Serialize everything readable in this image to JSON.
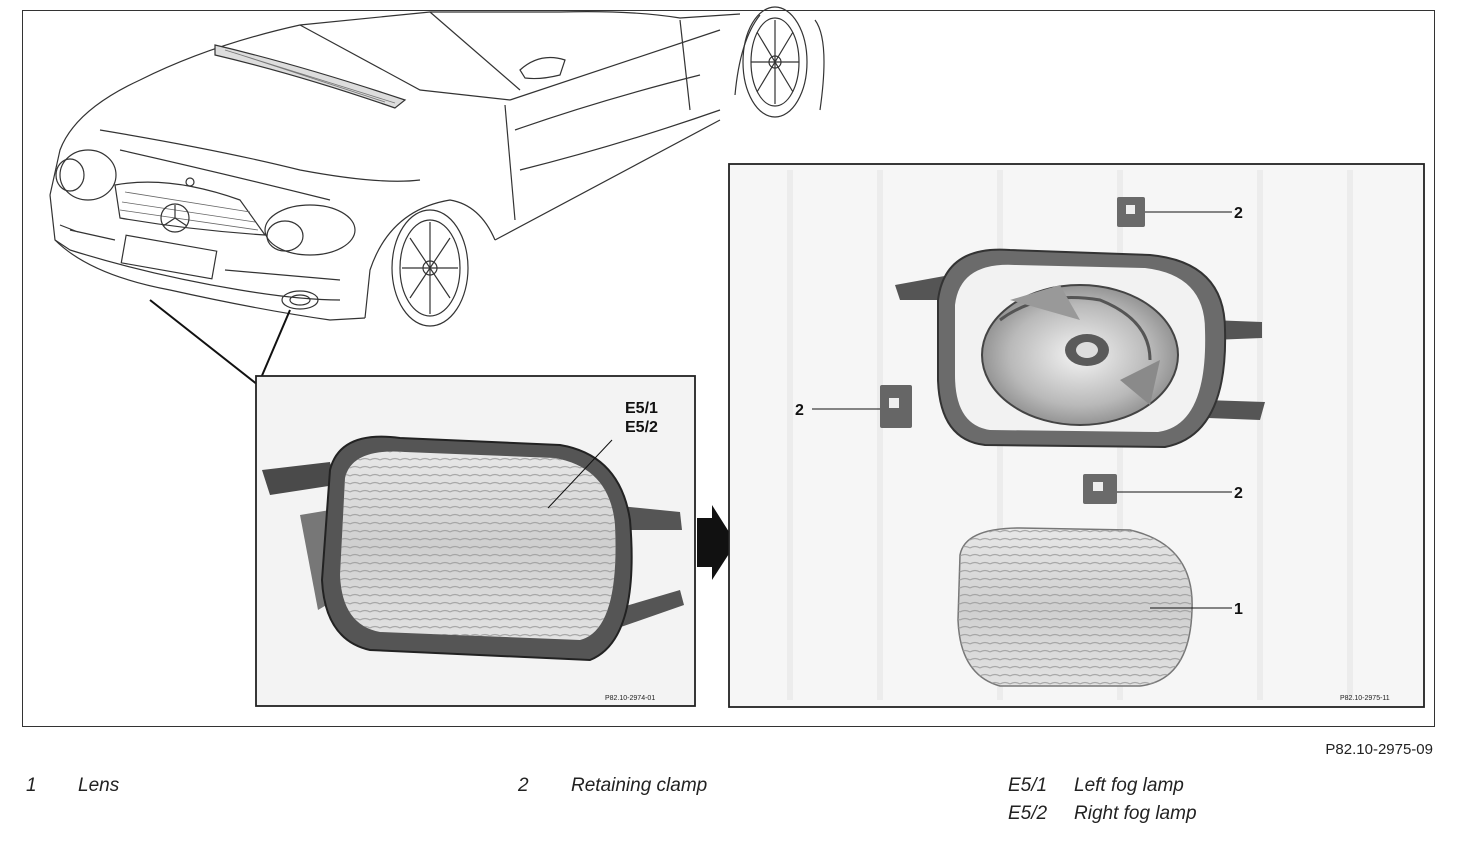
{
  "drawing_number": "P82.10-2975-09",
  "photo_codes": {
    "left_photo": "P82.10-2974-01",
    "right_photo": "P82.10-2975-11"
  },
  "callouts": {
    "lamp_codes": [
      "E5/1",
      "E5/2"
    ],
    "lens": "1",
    "clamp": "2"
  },
  "legend": [
    {
      "key": "1",
      "text": "Lens"
    },
    {
      "key": "2",
      "text": "Retaining clamp"
    },
    {
      "key": "E5/1",
      "text": "Left fog lamp"
    },
    {
      "key": "E5/2",
      "text": "Right fog lamp"
    }
  ]
}
